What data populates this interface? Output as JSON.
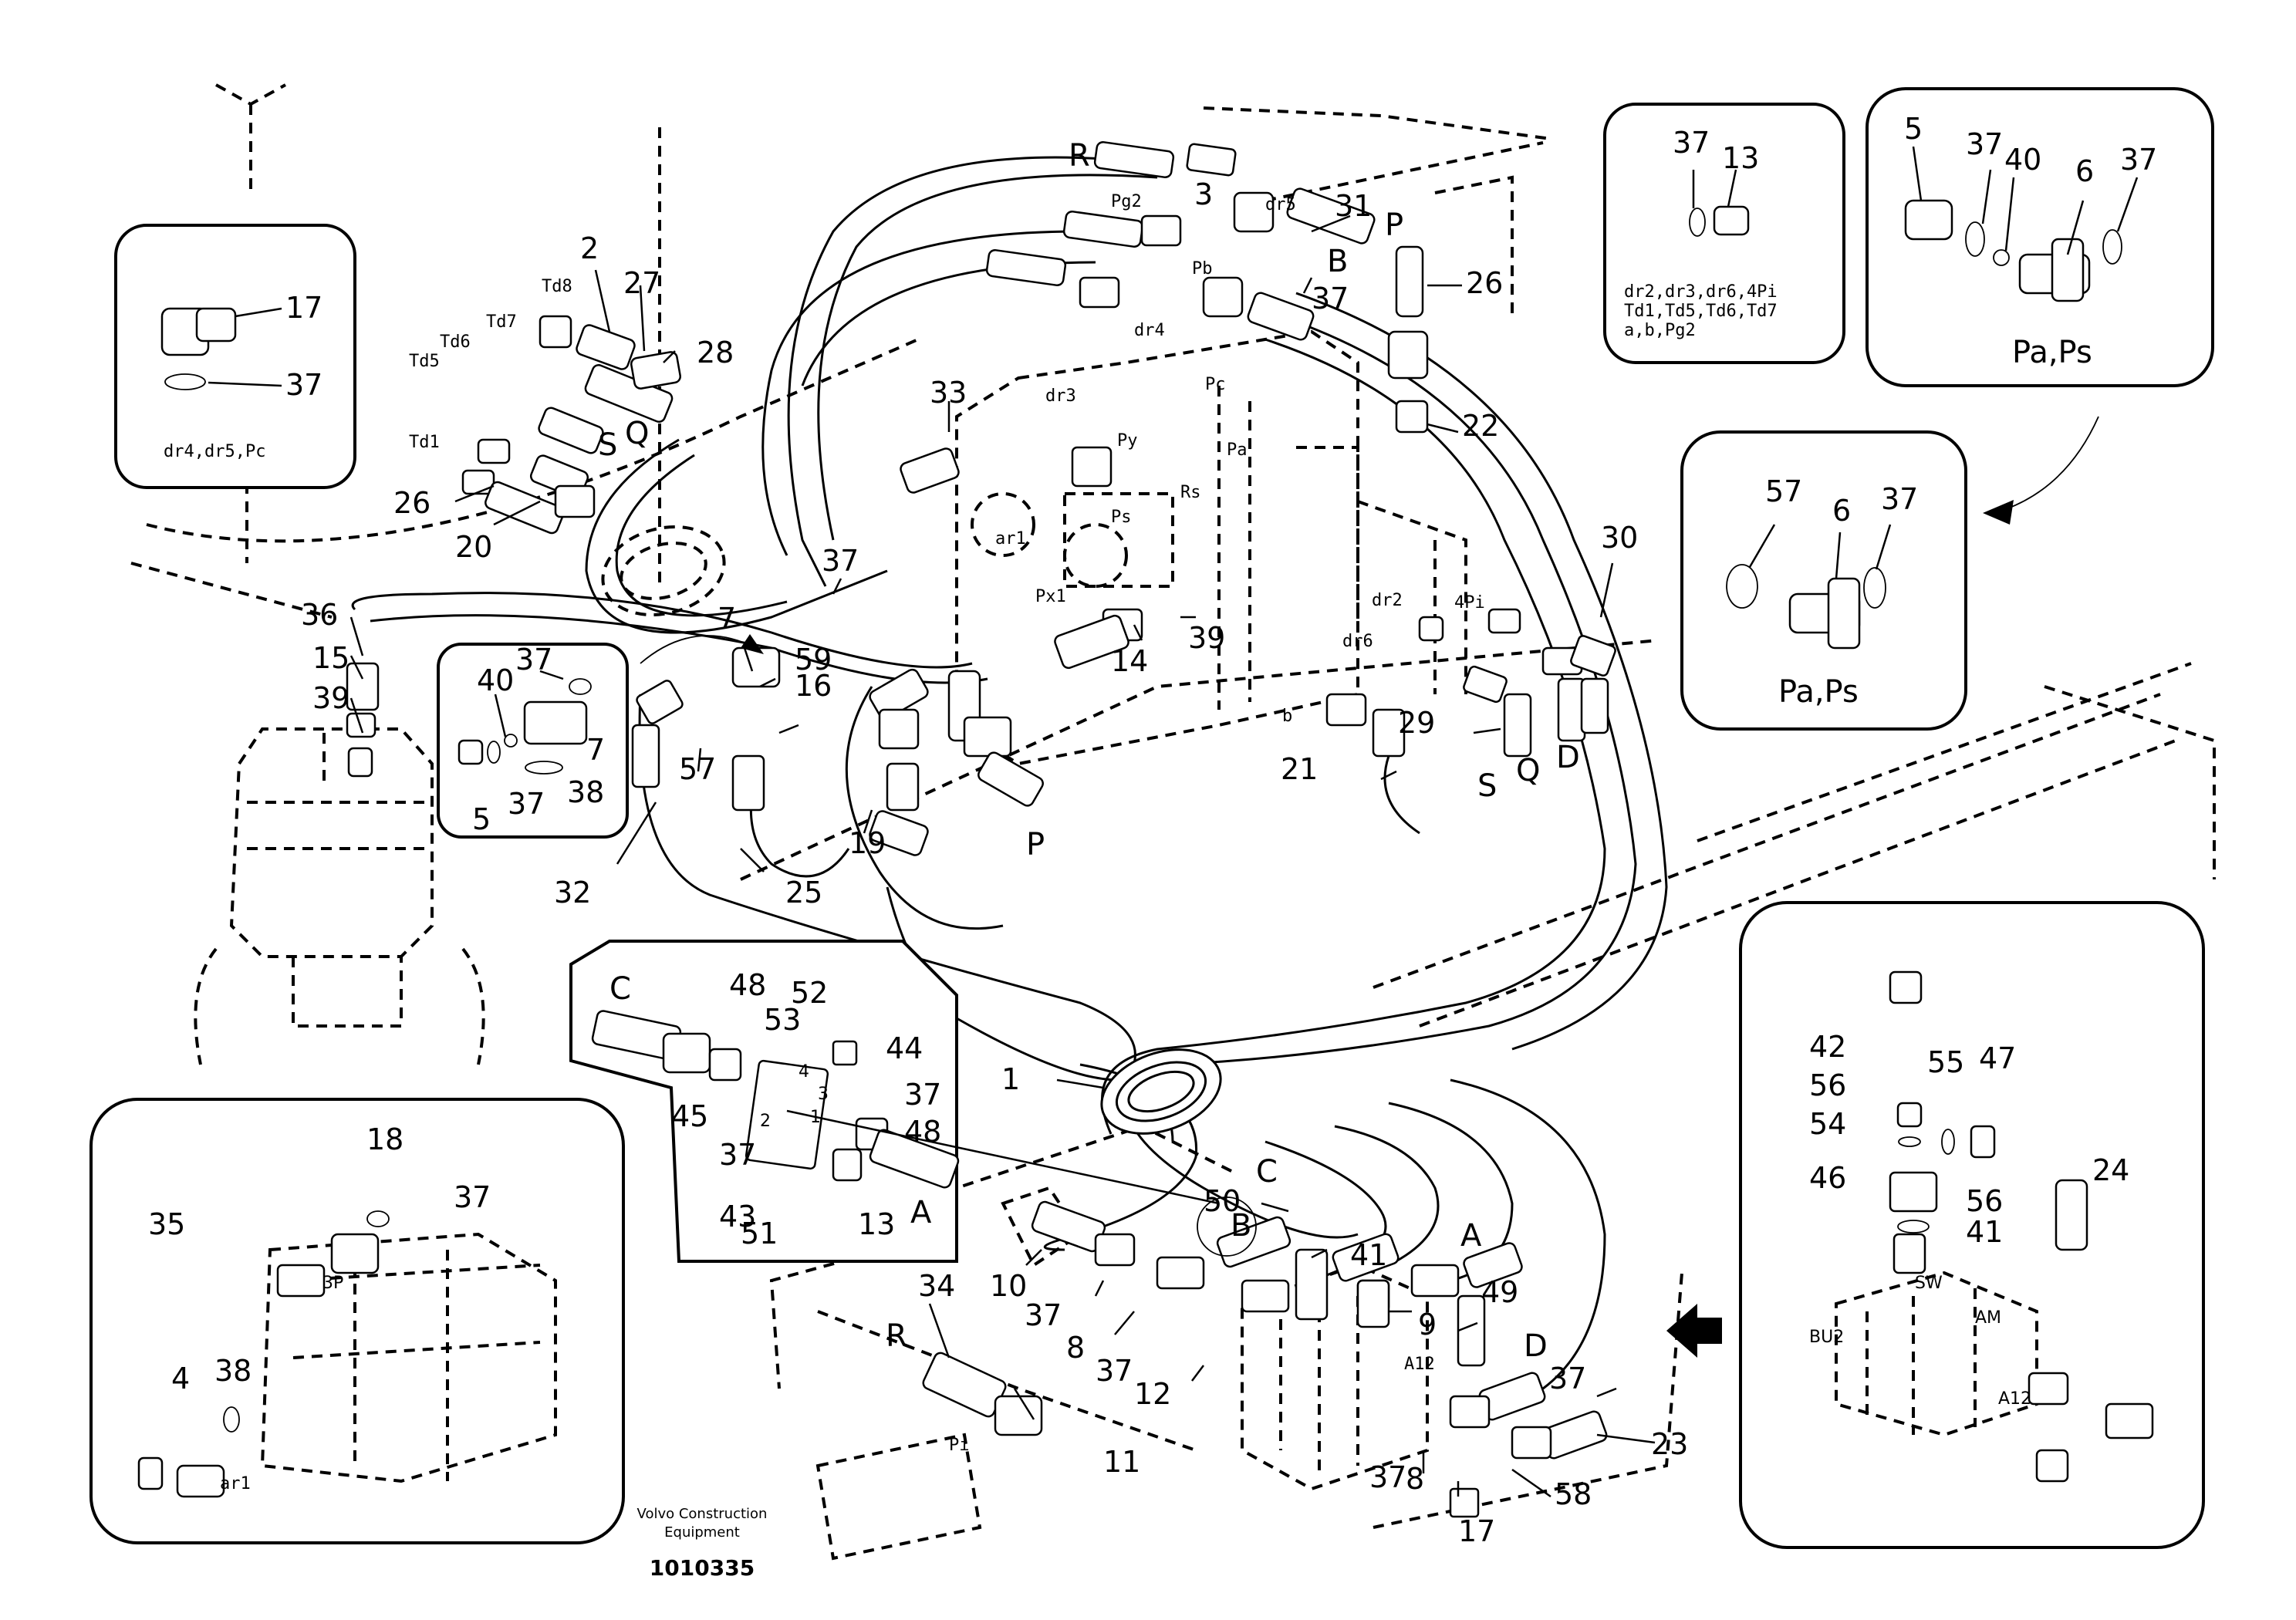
{
  "footer": {
    "brand_line1": "Volvo Construction",
    "brand_line2": "Equipment",
    "drawing_number": "1010335"
  },
  "insets": {
    "dr4": {
      "labels": [
        "17",
        "37"
      ],
      "caption": "dr4,dr5,Pc"
    },
    "dr2": {
      "labels": [
        "37",
        "13"
      ],
      "caption_lines": [
        "dr2,dr3,dr6,4Pi",
        "Td1,Td5,Td6,Td7",
        "a,b,Pg2"
      ]
    },
    "pa_top": {
      "labels": [
        "5",
        "37",
        "40",
        "6",
        "37"
      ],
      "caption": "Pa,Ps"
    },
    "pa_mid": {
      "labels": [
        "57",
        "6",
        "37"
      ],
      "caption": "Pa,Ps"
    },
    "left_mid": {
      "labels": [
        "37",
        "40",
        "7",
        "5",
        "37",
        "38"
      ]
    },
    "bottom_left": {
      "labels": [
        "18",
        "37",
        "35",
        "3P",
        "38",
        "4",
        "ar1"
      ]
    },
    "bottom_right": {
      "labels": [
        "42",
        "56",
        "55",
        "47",
        "54",
        "46",
        "56",
        "41",
        "24",
        "SW",
        "AM",
        "BU2",
        "A12"
      ]
    },
    "center_block": {
      "labels": [
        "C",
        "48",
        "52",
        "53",
        "44",
        "37",
        "48",
        "45",
        "37",
        "43",
        "51",
        "13",
        "A",
        "4",
        "3",
        "2",
        "1"
      ]
    }
  },
  "main_labels": {
    "port_letters": [
      "R",
      "B",
      "P",
      "S",
      "Q",
      "S",
      "Q",
      "D",
      "P",
      "C",
      "B",
      "A",
      "D",
      "R"
    ],
    "callouts": [
      "2",
      "27",
      "28",
      "26",
      "20",
      "31",
      "3",
      "37",
      "26",
      "22",
      "33",
      "37",
      "36",
      "15",
      "39",
      "7",
      "59",
      "16",
      "57",
      "14",
      "39",
      "30",
      "29",
      "21",
      "32",
      "25",
      "19",
      "1",
      "50",
      "41",
      "10",
      "37",
      "8",
      "37",
      "12",
      "9",
      "49",
      "37",
      "23",
      "58",
      "17",
      "8",
      "37",
      "34",
      "11"
    ],
    "port_codes": [
      "Td8",
      "Td7",
      "Td6",
      "Td5",
      "Td1",
      "Pg2",
      "dr5",
      "Pb",
      "dr4",
      "Pc",
      "dr3",
      "Py",
      "Pa",
      "Rs",
      "Ps",
      "ar1",
      "Px1",
      "dr2",
      "4Pi",
      "dr6",
      "b",
      "A12",
      "Pi"
    ]
  }
}
